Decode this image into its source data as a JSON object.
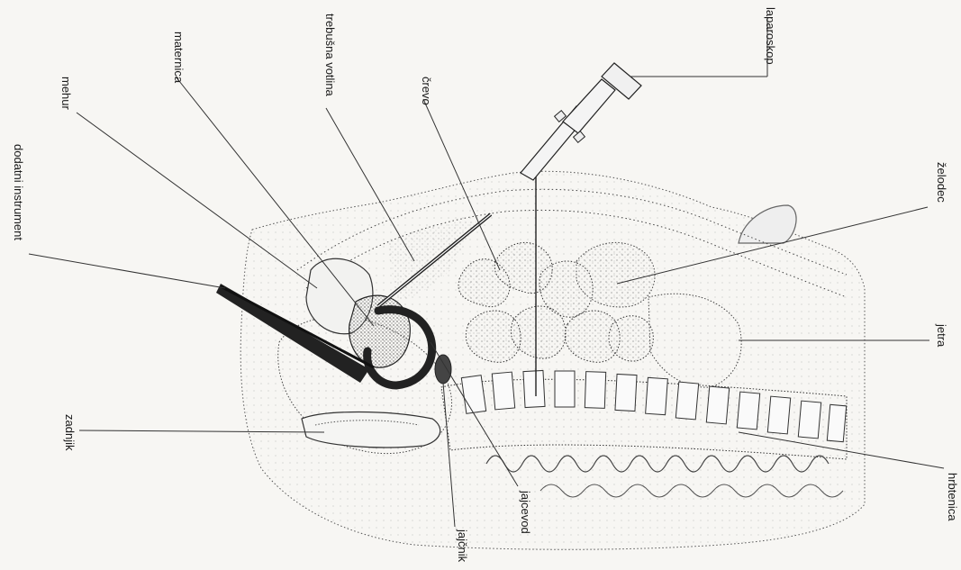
{
  "labels": {
    "dodatni_instrument": "dodatni instrument",
    "mehur": "mehur",
    "maternica": "maternica",
    "trebusna_votlina": "trebušna votlina",
    "crevo": "črevo",
    "laparoskop": "laparoskop",
    "zelodec": "želodec",
    "jetra": "jetra",
    "hrbtenica": "hrbtenica",
    "jajcevod": "jajcevod",
    "jajcnik": "jajčnik",
    "zadnjik": "zadnjik"
  }
}
